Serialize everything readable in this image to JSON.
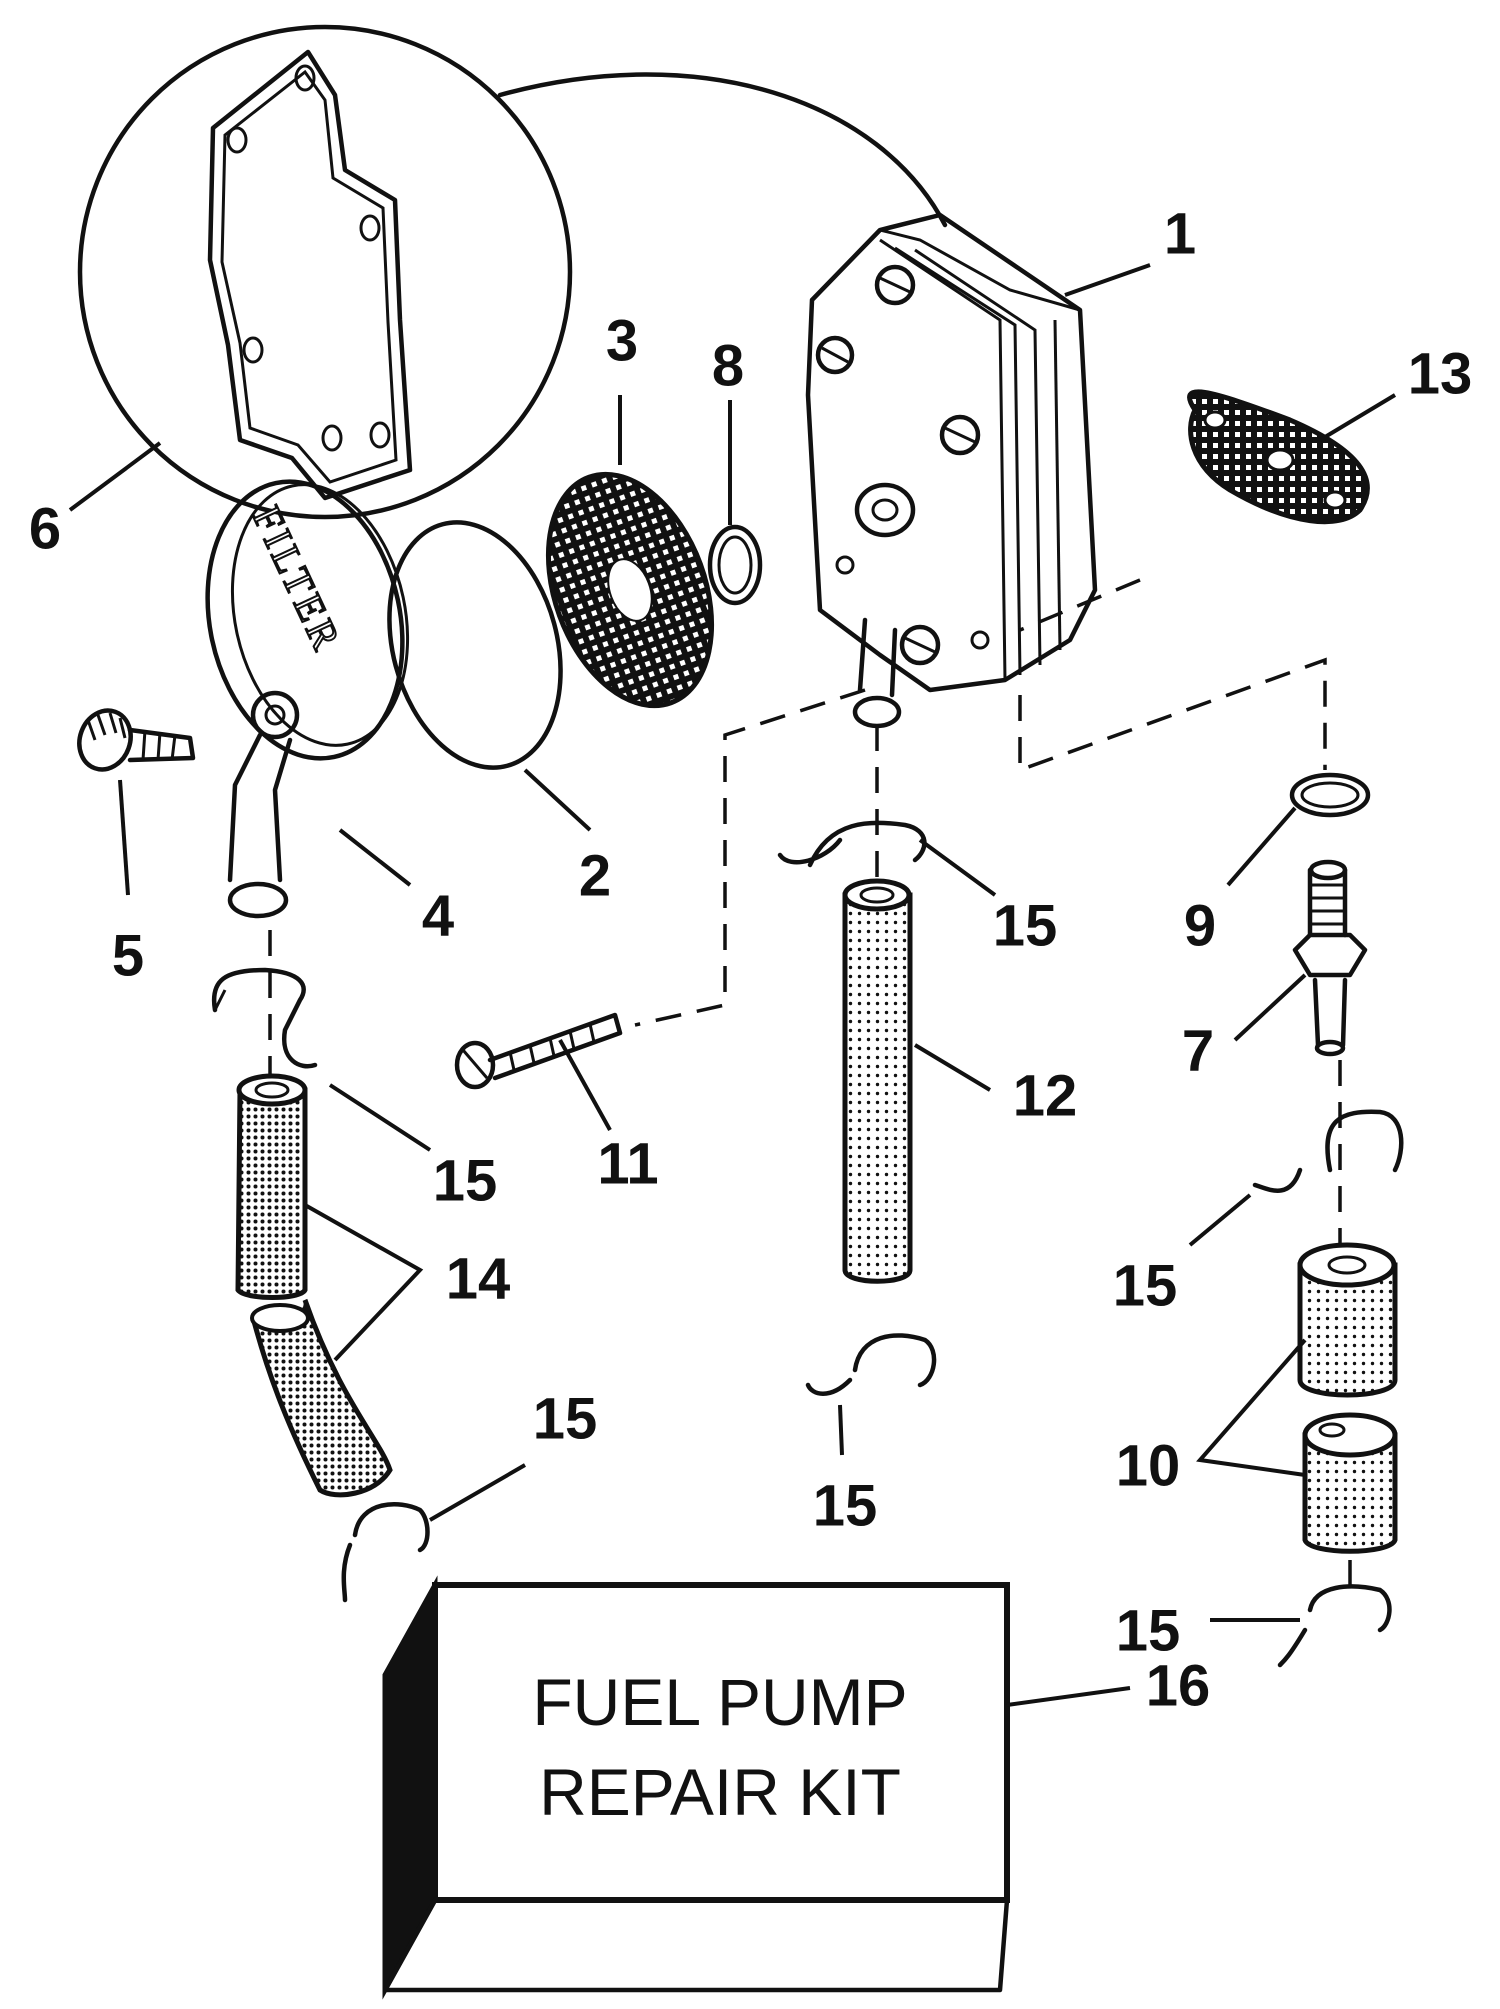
{
  "diagram": {
    "callouts": [
      {
        "id": "1",
        "label": "1"
      },
      {
        "id": "2",
        "label": "2"
      },
      {
        "id": "3",
        "label": "3"
      },
      {
        "id": "4",
        "label": "4"
      },
      {
        "id": "5",
        "label": "5"
      },
      {
        "id": "6",
        "label": "6"
      },
      {
        "id": "7",
        "label": "7"
      },
      {
        "id": "8",
        "label": "8"
      },
      {
        "id": "9",
        "label": "9"
      },
      {
        "id": "10",
        "label": "10"
      },
      {
        "id": "11",
        "label": "11"
      },
      {
        "id": "12",
        "label": "12"
      },
      {
        "id": "13",
        "label": "13"
      },
      {
        "id": "14",
        "label": "14"
      },
      {
        "id": "15a",
        "label": "15"
      },
      {
        "id": "15b",
        "label": "15"
      },
      {
        "id": "15c",
        "label": "15"
      },
      {
        "id": "15d",
        "label": "15"
      },
      {
        "id": "15e",
        "label": "15"
      },
      {
        "id": "15f",
        "label": "15"
      },
      {
        "id": "16",
        "label": "16"
      }
    ],
    "filter_text": "FILTER",
    "kit_label": {
      "line1": "FUEL PUMP",
      "line2": "REPAIR KIT"
    }
  }
}
